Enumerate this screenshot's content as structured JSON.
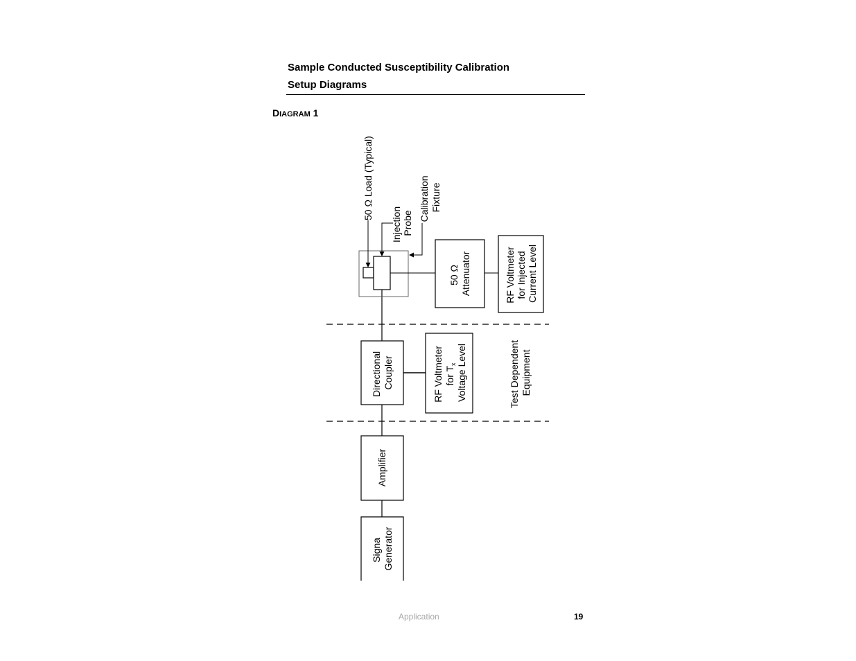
{
  "heading": {
    "line1": "Sample Conducted Susceptibility Calibration",
    "line2": "Setup Diagrams"
  },
  "diagram_label": {
    "first": "D",
    "rest": "IAGRAM",
    "number": " 1"
  },
  "diagram": {
    "signal_generator": [
      "Signa",
      "Generator"
    ],
    "amplifier": [
      "Amplifier"
    ],
    "directional_coupler": [
      "Directional",
      "Coupler"
    ],
    "rf_voltmeter_tx": {
      "line1": "RF Voltmeter",
      "line2_prefix": "for T",
      "line2_sub": "x",
      "line3": "Voltage Level"
    },
    "test_dependent": [
      "Test Dependent",
      "Equipment"
    ],
    "attenuator": [
      "50 Ω",
      "Attenuator"
    ],
    "rf_voltmeter_current": [
      "RF Voltmeter",
      "for Injected",
      "Current Level"
    ],
    "load_label": "50 Ω Load (Typical)",
    "injection_probe": [
      "Injection",
      "Probe"
    ],
    "calibration_fixture": [
      "Calibration",
      "Fixture"
    ]
  },
  "footer": {
    "section": "Application",
    "page": "19"
  }
}
